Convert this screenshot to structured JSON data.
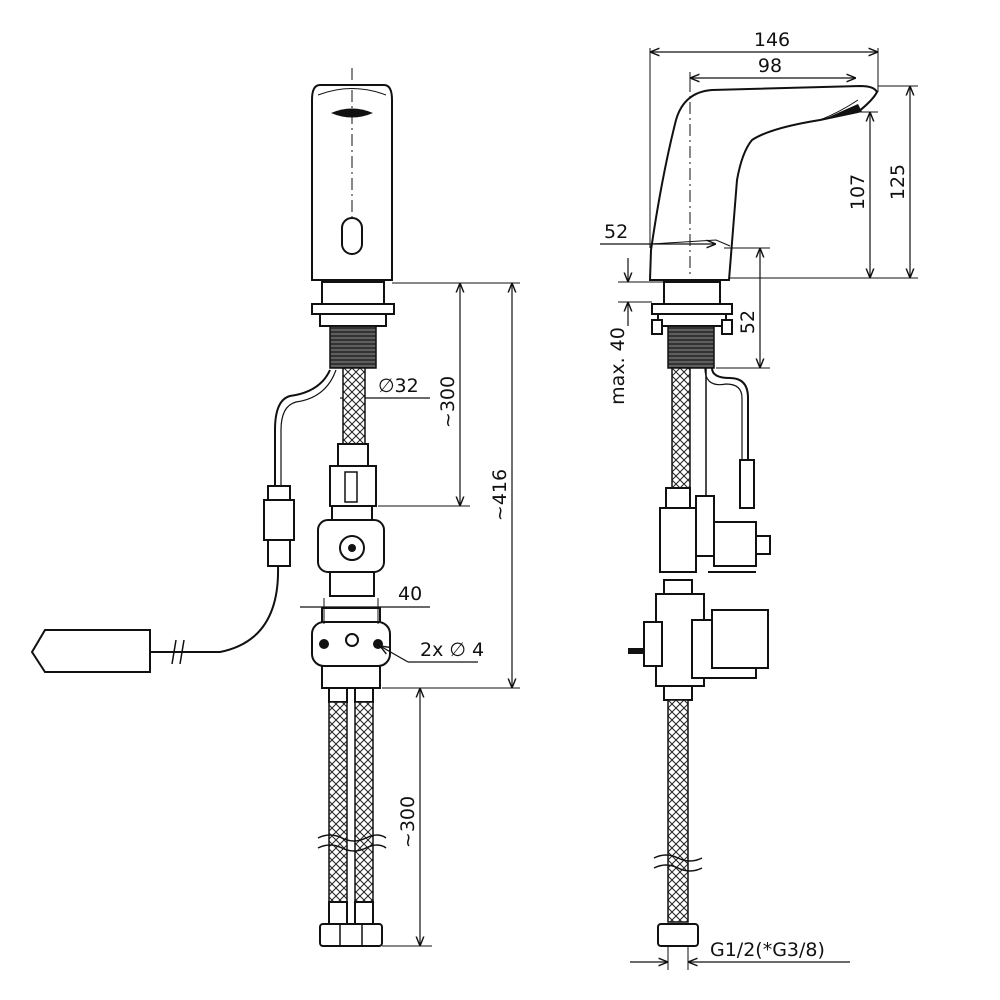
{
  "front_view": {
    "dim_bore": "∅32",
    "dim_hose_upper": "~300",
    "dim_overall": "~416",
    "dim_bracket": "40",
    "dim_holes": "2x ∅ 4",
    "dim_hose_lower": "~300"
  },
  "side_view": {
    "dim_reach": "146",
    "dim_spout": "98",
    "dim_height_total": "125",
    "dim_height_spout": "107",
    "dim_base": "52",
    "dim_shank": "52",
    "dim_deck": "max. 40",
    "dim_thread": "G1/2(*G3/8)"
  }
}
